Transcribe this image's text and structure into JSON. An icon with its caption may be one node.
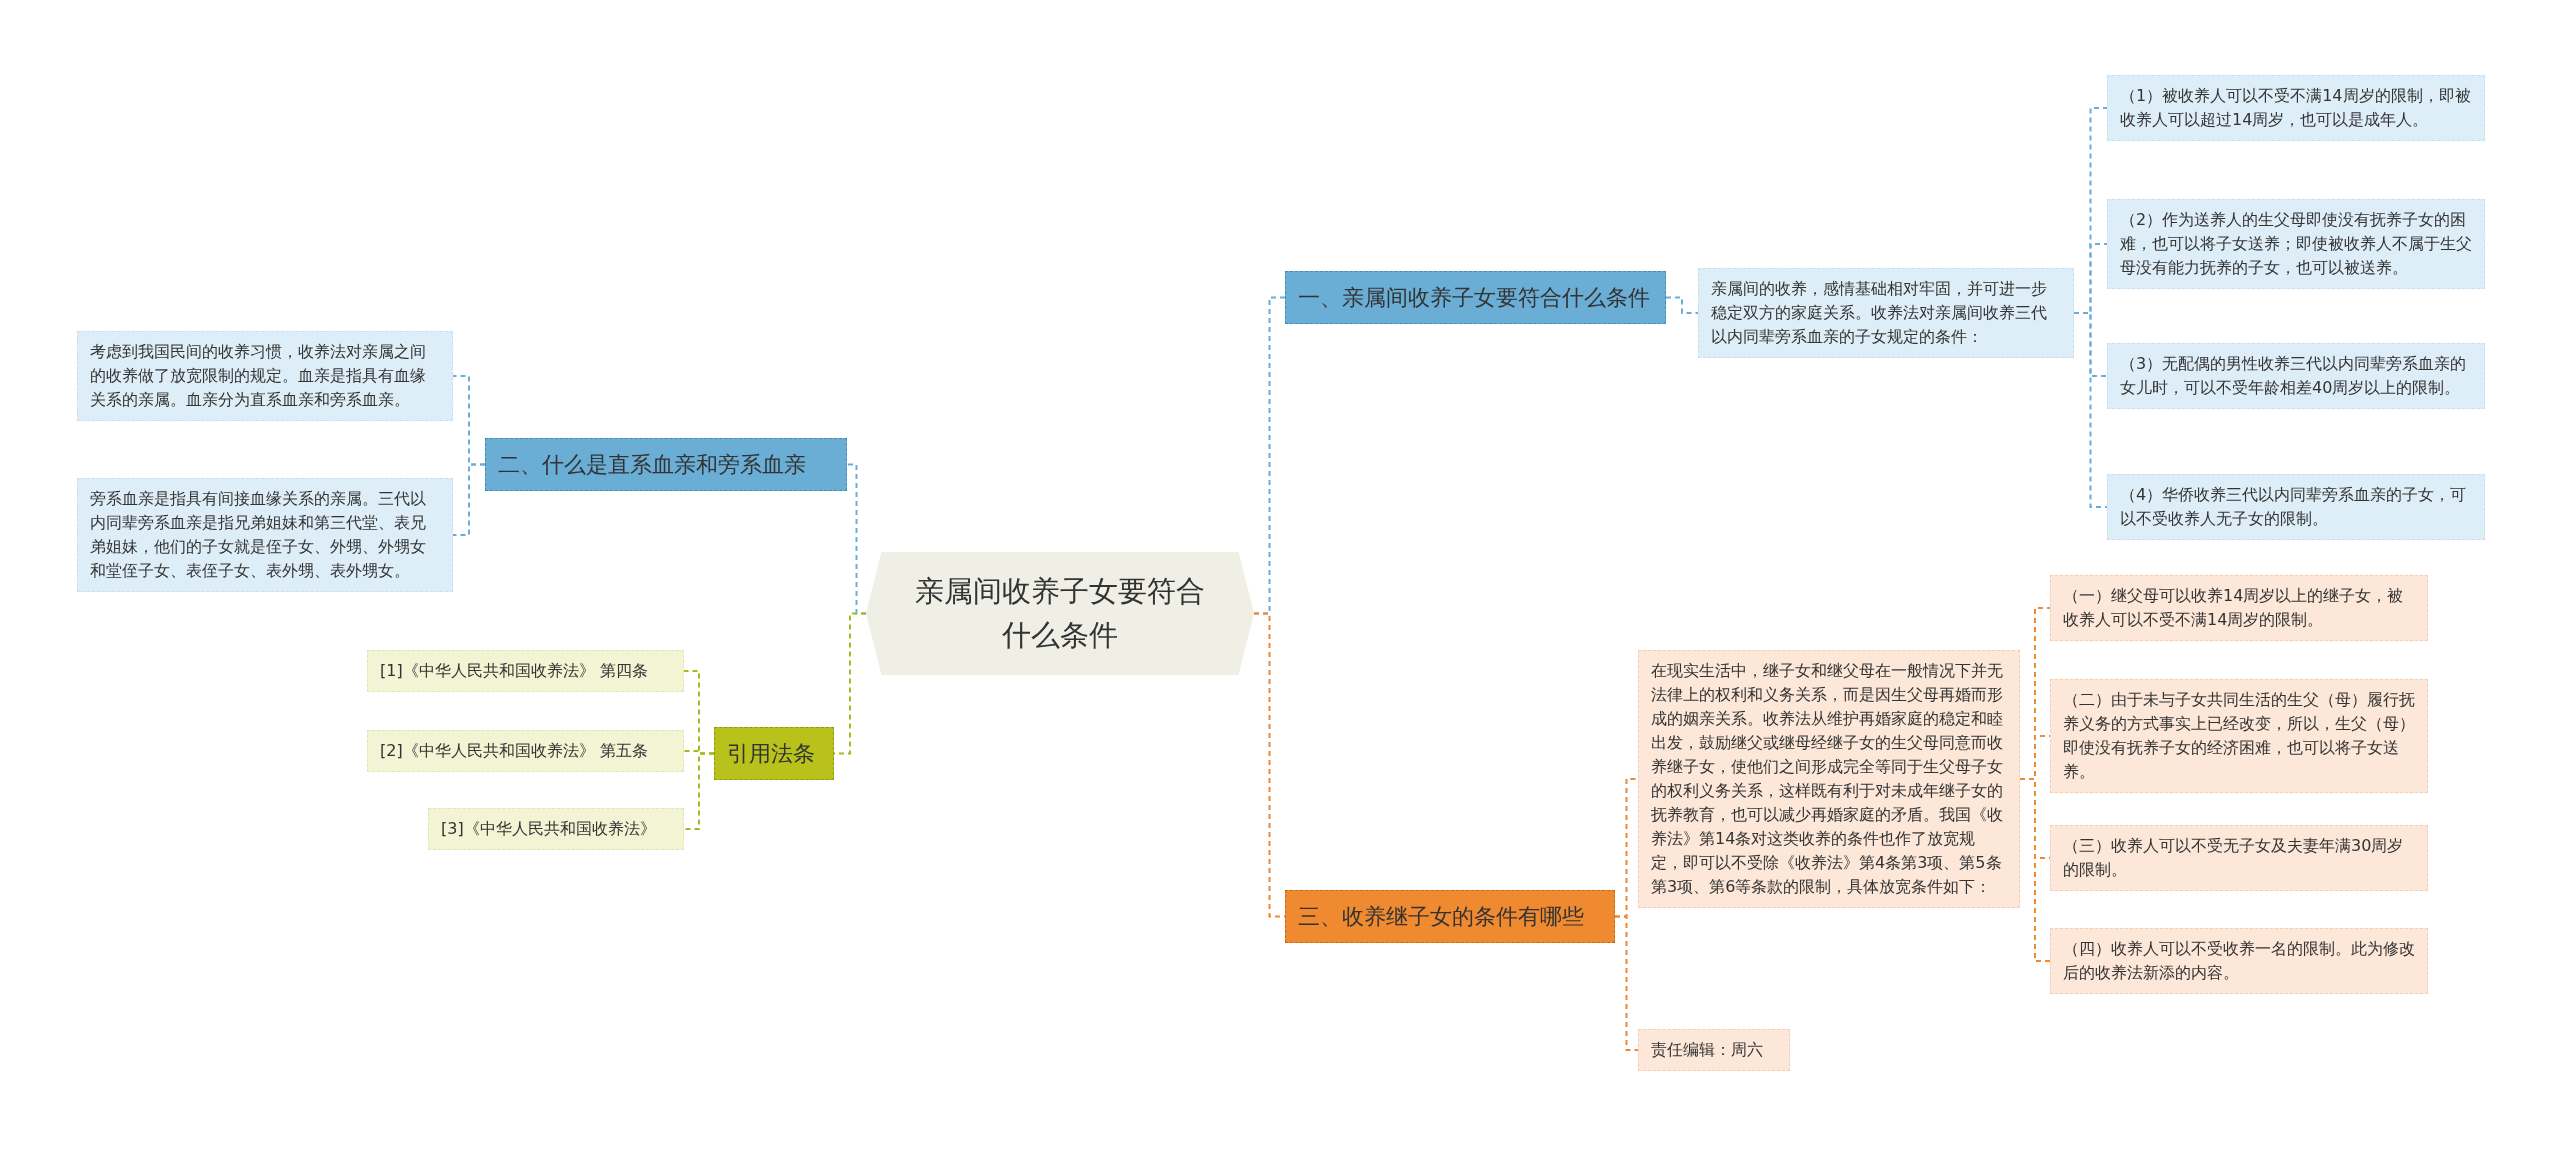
{
  "diagram": {
    "nodes": [
      {
        "text": [
          "亲属间收养子女要符合什么条件"
        ]
      },
      {
        "text": [
          "一、亲属间收养子女要符合什么条件"
        ]
      },
      {
        "text": [
          "亲属间的收养，感情基础相对牢固，并可进一步稳定双方的家庭关系。收养法对亲属间收养三代以内同辈旁系血亲的子女规定的条件："
        ]
      },
      {
        "text": [
          "（1）被收养人可以不受不满14周岁的限制，即被收养人可以超过14周岁，也可以是成年人。"
        ]
      },
      {
        "text": [
          "（2）作为送养人的生父母即使没有抚养子女的困难，也可以将子女送养；即使被收养人不属于生父母没有能力抚养的子女，也可以被送养。"
        ]
      },
      {
        "text": [
          "（3）无配偶的男性收养三代以内同辈旁系血亲的女儿时，可以不受年龄相差40周岁以上的限制。"
        ]
      },
      {
        "text": [
          "（4）华侨收养三代以内同辈旁系血亲的子女，可以不受收养人无子女的限制。"
        ]
      },
      {
        "text": [
          "三、收养继子女的条件有哪些"
        ]
      },
      {
        "text": [
          "在现实生活中，继子女和继父母在一般情况下并无法律上的权利和义务关系，而是因生父母再婚而形成的姻亲关系。收养法从维护再婚家庭的稳定和睦出发，鼓励继父或继母经继子女的生父母同意而收养继子女，使他们之间形成完全等同于生父母子女的权利义务关系，这样既有利于对未成年继子女的抚养教育，也可以减少再婚家庭的矛盾。我国《收养法》第14条对这类收养的条件也作了放宽规定，即可以不受除《收养法》第4条第3项、第5条第3项、第6等条款的限制，具体放宽条件如下："
        ]
      },
      {
        "text": [
          "（一）继父母可以收养14周岁以上的继子女，被收养人可以不受不满14周岁的限制。"
        ]
      },
      {
        "text": [
          "（二）由于未与子女共同生活的生父（母）履行抚养义务的方式事实上已经改变，所以，生父（母）即使没有抚养子女的经济困难，也可以将子女送养。"
        ]
      },
      {
        "text": [
          "（三）收养人可以不受无子女及夫妻年满30周岁的限制。"
        ]
      },
      {
        "text": [
          "（四）收养人可以不受收养一名的限制。此为修改后的收养法新添的内容。"
        ]
      },
      {
        "text": [
          "责任编辑：周六"
        ]
      },
      {
        "text": [
          "二、什么是直系血亲和旁系血亲"
        ]
      },
      {
        "text": [
          "考虑到我国民间的收养习惯，收养法对亲属之间的收养做了放宽限制的规定。血亲是指具有血缘关系的亲属。血亲分为直系血亲和旁系血亲。"
        ]
      },
      {
        "text": [
          "旁系血亲是指具有间接血缘关系的亲属。三代以内同辈旁系血亲是指兄弟姐妹和第三代堂、表兄弟姐妹，他们的子女就是侄子女、外甥、外甥女和堂侄子女、表侄子女、表外甥、表外甥女。"
        ]
      },
      {
        "text": [
          "引用法条"
        ]
      },
      {
        "text": [
          "[1]《中华人民共和国收养法》 第四条"
        ]
      },
      {
        "text": [
          "[2]《中华人民共和国收养法》 第五条"
        ]
      },
      {
        "text": [
          "[3]《中华人民共和国收养法》"
        ]
      }
    ],
    "edges": [
      {
        "from": 0,
        "to": 1,
        "arrow": "none"
      },
      {
        "from": 1,
        "to": 2,
        "arrow": "none"
      },
      {
        "from": 2,
        "to": 3,
        "arrow": "none"
      },
      {
        "from": 2,
        "to": 4,
        "arrow": "none"
      },
      {
        "from": 2,
        "to": 5,
        "arrow": "none"
      },
      {
        "from": 2,
        "to": 6,
        "arrow": "none"
      },
      {
        "from": 0,
        "to": 7,
        "arrow": "none",
        "color": "#f08a30"
      },
      {
        "from": 7,
        "to": 8,
        "arrow": "none",
        "color": "#f08a30"
      },
      {
        "from": 8,
        "to": 9,
        "arrow": "none",
        "color": "#f08a30"
      },
      {
        "from": 8,
        "to": 10,
        "arrow": "none",
        "color": "#f08a30"
      },
      {
        "from": 8,
        "to": 11,
        "arrow": "none",
        "color": "#f08a30"
      },
      {
        "from": 8,
        "to": 12,
        "arrow": "none",
        "color": "#f08a30"
      },
      {
        "from": 7,
        "to": 13,
        "arrow": "none",
        "color": "#f08a30"
      },
      {
        "from": 0,
        "to": 14,
        "arrow": "none"
      },
      {
        "from": 14,
        "to": 15,
        "arrow": "none"
      },
      {
        "from": 14,
        "to": 16,
        "arrow": "none"
      },
      {
        "from": 0,
        "to": 17,
        "arrow": "none",
        "color": "#a8b820"
      },
      {
        "from": 17,
        "to": 18,
        "arrow": "none",
        "color": "#a8b820"
      },
      {
        "from": 17,
        "to": 19,
        "arrow": "none",
        "color": "#a8b820"
      },
      {
        "from": 17,
        "to": 20,
        "arrow": "none",
        "color": "#a8b820"
      }
    ]
  }
}
